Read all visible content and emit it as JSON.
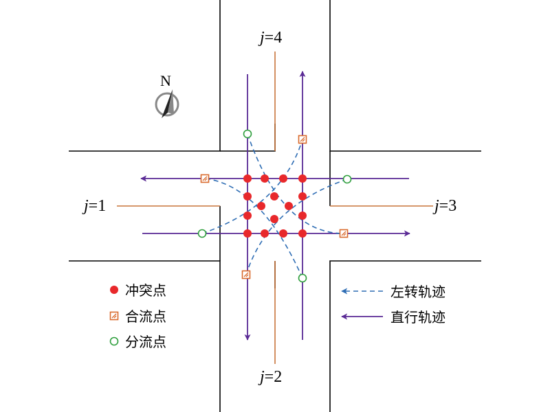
{
  "compass": {
    "label": "N",
    "icon": "north-arrow-icon"
  },
  "approaches": [
    {
      "id": "j4",
      "var": "j",
      "value": "=4"
    },
    {
      "id": "j1",
      "var": "j",
      "value": "=1"
    },
    {
      "id": "j3",
      "var": "j",
      "value": "=3"
    },
    {
      "id": "j2",
      "var": "j",
      "value": "=2"
    }
  ],
  "legend_left": [
    {
      "label": "冲突点",
      "marker": "red-filled-circle"
    },
    {
      "label": "合流点",
      "marker": "orange-square"
    },
    {
      "label": "分流点",
      "marker": "green-hollow-circle"
    }
  ],
  "legend_right": [
    {
      "label": "左转轨迹",
      "marker": "dashed-blue-arrow"
    },
    {
      "label": "直行轨迹",
      "marker": "solid-purple-arrow"
    }
  ],
  "colors": {
    "road": "#000000",
    "divider": "#c8743a",
    "through": "#5a2a95",
    "left_turn": "#2e6db4",
    "conflict": "#e8282b",
    "merge": "#d96a2c",
    "diverge": "#2e9e3c"
  }
}
